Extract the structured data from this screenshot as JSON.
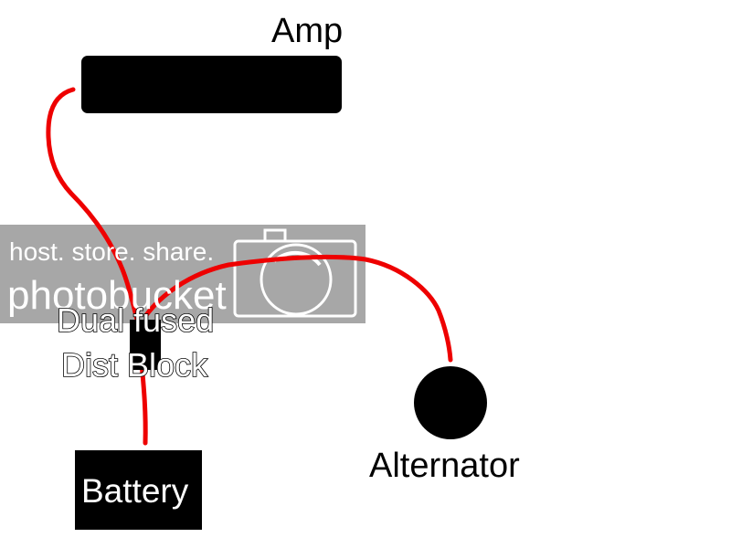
{
  "diagram": {
    "amp_label": "Amp",
    "alternator_label": "Alternator",
    "battery_label": "Battery",
    "dist_block_line1": "Dual fused",
    "dist_block_line2": "Dist Block"
  },
  "watermark": {
    "line1": "host. store. share.",
    "line2": "photobucket"
  },
  "colors": {
    "wire": "#ee0000",
    "component": "#000000",
    "background": "#ffffff",
    "watermark_band": "#8a8a8a"
  },
  "icons": {
    "watermark_camera": "camera-icon"
  }
}
